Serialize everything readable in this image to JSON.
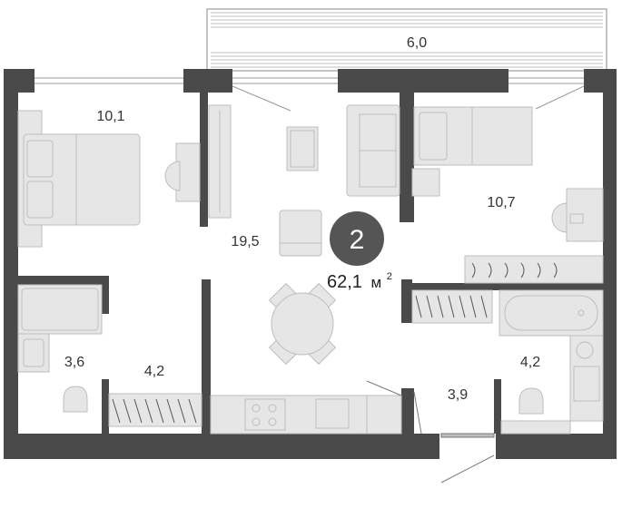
{
  "plan": {
    "balcony_area": "6,0",
    "rooms": {
      "bedroom_left": "10,1",
      "living": "19,5",
      "bedroom_right": "10,7",
      "bath_left": "3,6",
      "corridor_left": "4,2",
      "hall": "3,9",
      "bath_right": "4,2"
    },
    "room_count": "2",
    "total_area": "62,1",
    "unit": "м",
    "unit_exp": "2"
  },
  "colors": {
    "wall": "#4a4a4a",
    "furniture": "#e6e6e6",
    "furniture_stroke": "#bdbdbd",
    "badge": "#555555"
  }
}
